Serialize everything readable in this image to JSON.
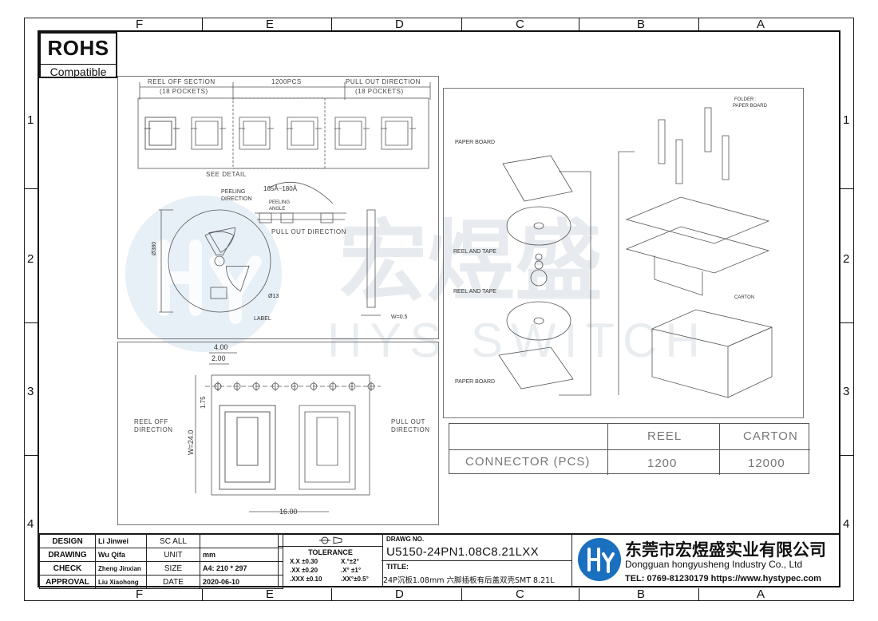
{
  "zones": {
    "columns": [
      "F",
      "E",
      "D",
      "C",
      "B",
      "A"
    ],
    "rows": [
      "1",
      "2",
      "3",
      "4"
    ]
  },
  "rohs": {
    "title": "ROHS",
    "subtitle": "Compatible"
  },
  "watermark": {
    "cn": "宏煜盛",
    "en": "HYS SWITCH"
  },
  "tape": {
    "reel_off_section": "REEL OFF SECTION",
    "reel_off_pockets": "(18 POCKETS)",
    "pcs": "1200PCS",
    "pull_out_direction": "PULL OUT DIRECTION",
    "pull_out_pockets": "(18 POCKETS)",
    "see_detail": "SEE DETAIL"
  },
  "reel": {
    "peeling_direction": "PEELING DIRECTION",
    "angle": "165Å~180Å",
    "peeling_angle": "PEELING ANGLE",
    "pull_out_direction": "PULL OUT DIRECTION",
    "diameter": "Ø380",
    "hub": "Ø13",
    "label": "LABEL",
    "width": "W=0.5"
  },
  "detail": {
    "dim_400": "4.00",
    "dim_200": "2.00",
    "dim_175": "1.75",
    "dim_w": "W=24.0",
    "dim_1600": "16.00",
    "reel_off_direction": "REEL OFF DIRECTION",
    "pull_out_direction": "PULL OUT DIRECTION"
  },
  "packing_diagram": {
    "folder": "FOLDER :",
    "paper_board_folder": "PAPER BOARD",
    "paper_board_top": "PAPER BOARD",
    "reel_and_tape_1": "REEL AND TAPE",
    "reel_and_tape_2": "REEL AND TAPE",
    "paper_board_bottom": "PAPER BOARD",
    "carton": "CARTON"
  },
  "packing_table": {
    "col_reel": "REEL",
    "col_carton": "CARTON",
    "row_label": "CONNECTOR (PCS)",
    "reel_qty": "1200",
    "carton_qty": "12000"
  },
  "title_block": {
    "design_label": "DESIGN",
    "design_name": "Li Jinwei",
    "scale_label": "SC ALL",
    "drawing_label": "DRAWING",
    "drawing_name": "Wu Qifa",
    "unit_label": "UNIT",
    "unit_value": "mm",
    "check_label": "CHECK",
    "check_name": "Zheng Jinxian",
    "size_label": "SIZE",
    "size_value": "A4: 210 * 297",
    "approval_label": "APPROVAL",
    "approval_name": "Liu Xiaohong",
    "date_label": "DATE",
    "date_value": "2020-06-10",
    "tolerance_label": "TOLERANCE",
    "tol_r1a": "X.X  ±0.30",
    "tol_r1b": "X.°±2°",
    "tol_r2a": ".XX  ±0.20",
    "tol_r2b": ".X° ±1°",
    "tol_r3a": ".XXX  ±0.10",
    "tol_r3b": ".XX°±0.5°",
    "drawing_no_label": "DRAWG NO.",
    "drawing_no": "U5150-24PN1.08C8.21LXX",
    "title_label": "TITLE:",
    "title_value": "24P沉板1.08mm 六脚插板有后盖双壳SMT 8.21L",
    "company_cn": "东莞市宏煜盛实业有限公司",
    "company_en": "Dongguan hongyusheng Industry Co., Ltd",
    "tel": "TEL: 0769-81230179   https://www.hystypec.com"
  },
  "colors": {
    "logo_blue": "#1a6fbf",
    "line": "#111111",
    "faint": "#777777"
  }
}
